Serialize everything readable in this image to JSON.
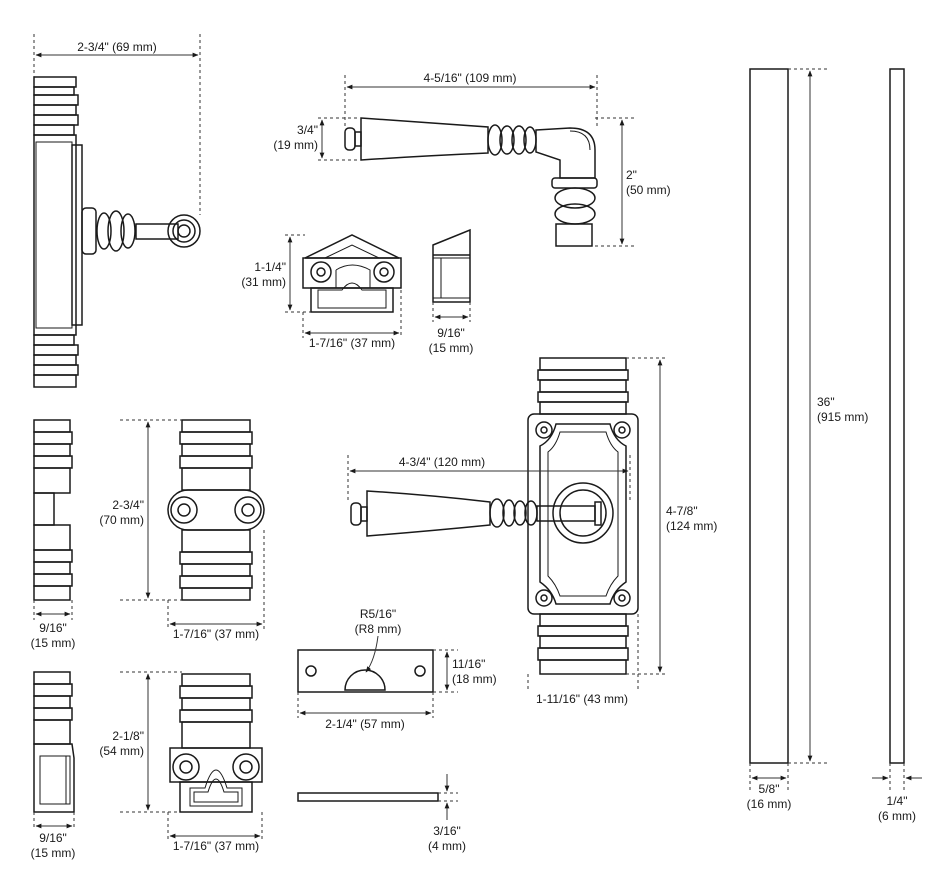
{
  "colors": {
    "line": "#1a1a1a",
    "dim": "#333333",
    "fill": "#ffffff"
  },
  "dims": {
    "espag_width": "2-3/4\" (69 mm)",
    "lever_length": "4-5/16\" (109 mm)",
    "lever_dia_in": "3/4\"",
    "lever_dia_mm": "(19 mm)",
    "lever_drop_in": "2\"",
    "lever_drop_mm": "(50 mm)",
    "end_cap_h_in": "1-1/4\"",
    "end_cap_h_mm": "(31 mm)",
    "end_cap_w": "1-7/16\" (37 mm)",
    "end_cap_d_in": "9/16\"",
    "end_cap_d_mm": "(15 mm)",
    "guide_d_in": "9/16\"",
    "guide_d_mm": "(15 mm)",
    "guide_h_in": "2-3/4\"",
    "guide_h_mm": "(70 mm)",
    "guide_w": "1-7/16\" (37 mm)",
    "bottom_d_in": "9/16\"",
    "bottom_d_mm": "(15 mm)",
    "bottom_h_in": "2-1/8\"",
    "bottom_h_mm": "(54 mm)",
    "bottom_w": "1-7/16\" (37 mm)",
    "strike_r_in": "R5/16\"",
    "strike_r_mm": "(R8 mm)",
    "strike_h_in": "11/16\"",
    "strike_h_mm": "(18 mm)",
    "strike_w": "2-1/4\" (57 mm)",
    "strike_t_in": "3/16\"",
    "strike_t_mm": "(4 mm)",
    "plate_lever": "4-3/4\" (120 mm)",
    "plate_h_in": "4-7/8\"",
    "plate_h_mm": "(124 mm)",
    "plate_w": "1-11/16\" (43 mm)",
    "rod_len_in": "36\"",
    "rod_len_mm": "(915 mm)",
    "rod_w_in": "5/8\"",
    "rod_w_mm": "(16 mm)",
    "rod_t_in": "1/4\"",
    "rod_t_mm": "(6 mm)"
  }
}
